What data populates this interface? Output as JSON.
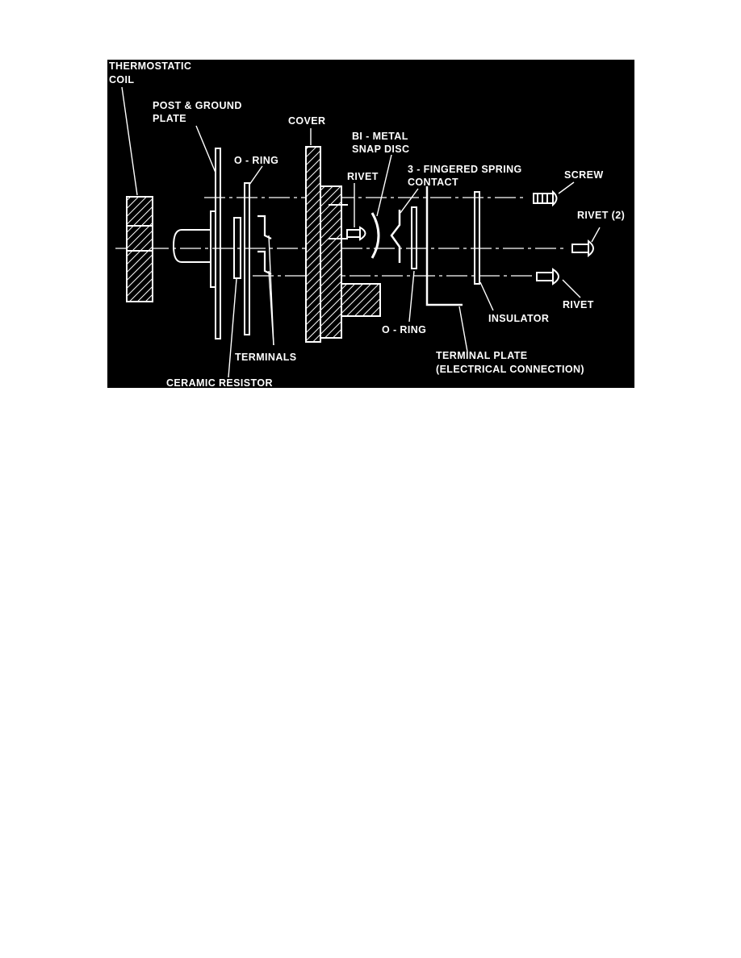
{
  "diagram": {
    "background": "#000000",
    "foreground": "#ffffff",
    "labels": {
      "thermostatic_coil": [
        "THERMOSTATIC",
        "COIL"
      ],
      "post_ground_plate": [
        "POST & GROUND",
        "PLATE"
      ],
      "cover": "COVER",
      "o_ring_top": "O - RING",
      "bi_metal_snap_disc": [
        "BI - METAL",
        "SNAP DISC"
      ],
      "rivet_center": "RIVET",
      "spring_contact": [
        "3 - FINGERED SPRING",
        "CONTACT"
      ],
      "screw": "SCREW",
      "rivet_2": "RIVET (2)",
      "rivet_bottom": "RIVET",
      "insulator": "INSULATOR",
      "o_ring_bottom": "O - RING",
      "terminals": "TERMINALS",
      "terminal_plate": [
        "TERMINAL PLATE",
        "(ELECTRICAL CONNECTION)"
      ],
      "ceramic_resistor": "CERAMIC RESISTOR"
    }
  }
}
